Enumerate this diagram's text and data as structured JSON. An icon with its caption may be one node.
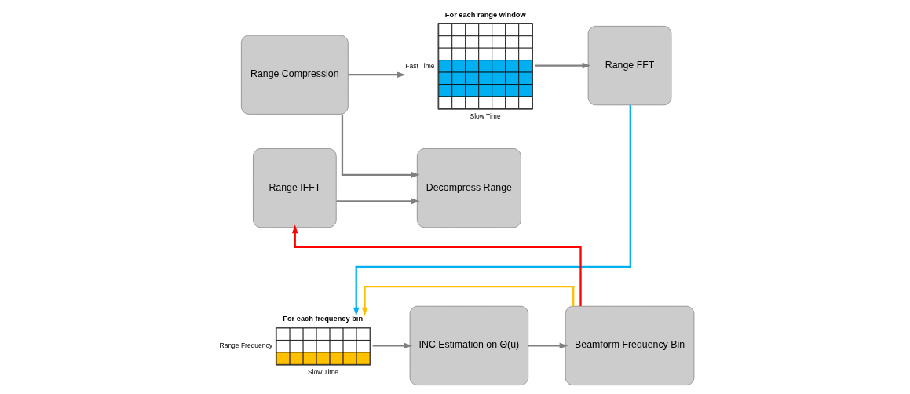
{
  "diagram": {
    "nodes": [
      {
        "text": [
          "Range Compression"
        ]
      },
      {
        "text": [
          "For each range window"
        ],
        "beside": [
          "Fast Time",
          "Slow Time"
        ]
      },
      {
        "text": [
          "Range FFT"
        ]
      },
      {
        "text": [
          "Range IFFT"
        ]
      },
      {
        "text": [
          "Decompress Range"
        ]
      },
      {
        "text": [
          "For each frequency bin"
        ],
        "beside": [
          "Range Frequency",
          "Slow Time"
        ]
      },
      {
        "text": [
          "INC Estimation on Θ̄(u)"
        ]
      },
      {
        "text": [
          "Beamform Frequency Bin"
        ]
      }
    ],
    "edges": [
      {
        "from": 0,
        "to": 1,
        "arrow": "to"
      },
      {
        "from": 1,
        "to": 2,
        "arrow": "to"
      },
      {
        "from": 0,
        "to": 4,
        "arrow": "to"
      },
      {
        "from": 2,
        "to": 5,
        "arrow": "to",
        "color": "#00b0f0"
      },
      {
        "from": 7,
        "to": 3,
        "arrow": "to",
        "color": "#ff0000"
      },
      {
        "from": 3,
        "to": 4,
        "arrow": "to"
      },
      {
        "from": 5,
        "to": 6,
        "arrow": "to"
      },
      {
        "from": 6,
        "to": 7,
        "arrow": "to"
      },
      {
        "from": 7,
        "to": 5,
        "arrow": "to",
        "color": "#ffc000"
      }
    ]
  }
}
